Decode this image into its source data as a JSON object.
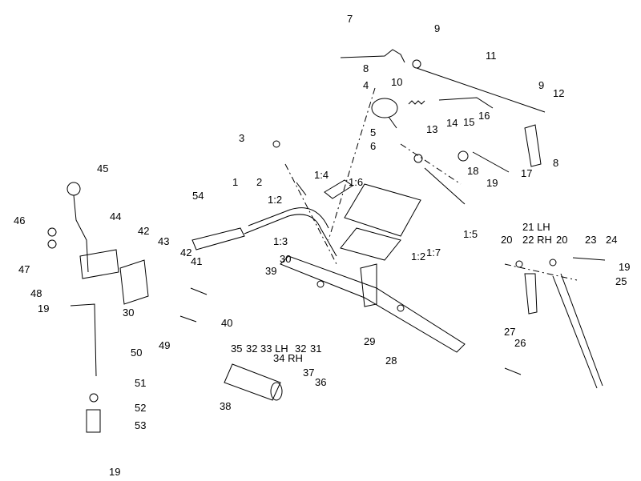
{
  "callouts": [
    "7",
    "9",
    "11",
    "8",
    "10",
    "9",
    "12",
    "4",
    "5",
    "6",
    "13",
    "14",
    "15",
    "16",
    "8",
    "18",
    "17",
    "19",
    "3",
    "2",
    "1:4",
    "1:6",
    "54",
    "1",
    "1:2",
    "1:5",
    "1:3",
    "1:7",
    "45",
    "44",
    "46",
    "47",
    "42",
    "43",
    "42",
    "41",
    "30",
    "39",
    "1:2",
    "21 LH",
    "22 RH",
    "20",
    "20",
    "23",
    "24",
    "19",
    "25",
    "48",
    "19",
    "30",
    "49",
    "40",
    "35",
    "32",
    "33 LH",
    "34 RH",
    "32",
    "31",
    "29",
    "28",
    "27",
    "26",
    "50",
    "37",
    "36",
    "38",
    "51",
    "52",
    "53",
    "19"
  ],
  "colors": {
    "ink": "#000000",
    "paper": "#ffffff"
  }
}
